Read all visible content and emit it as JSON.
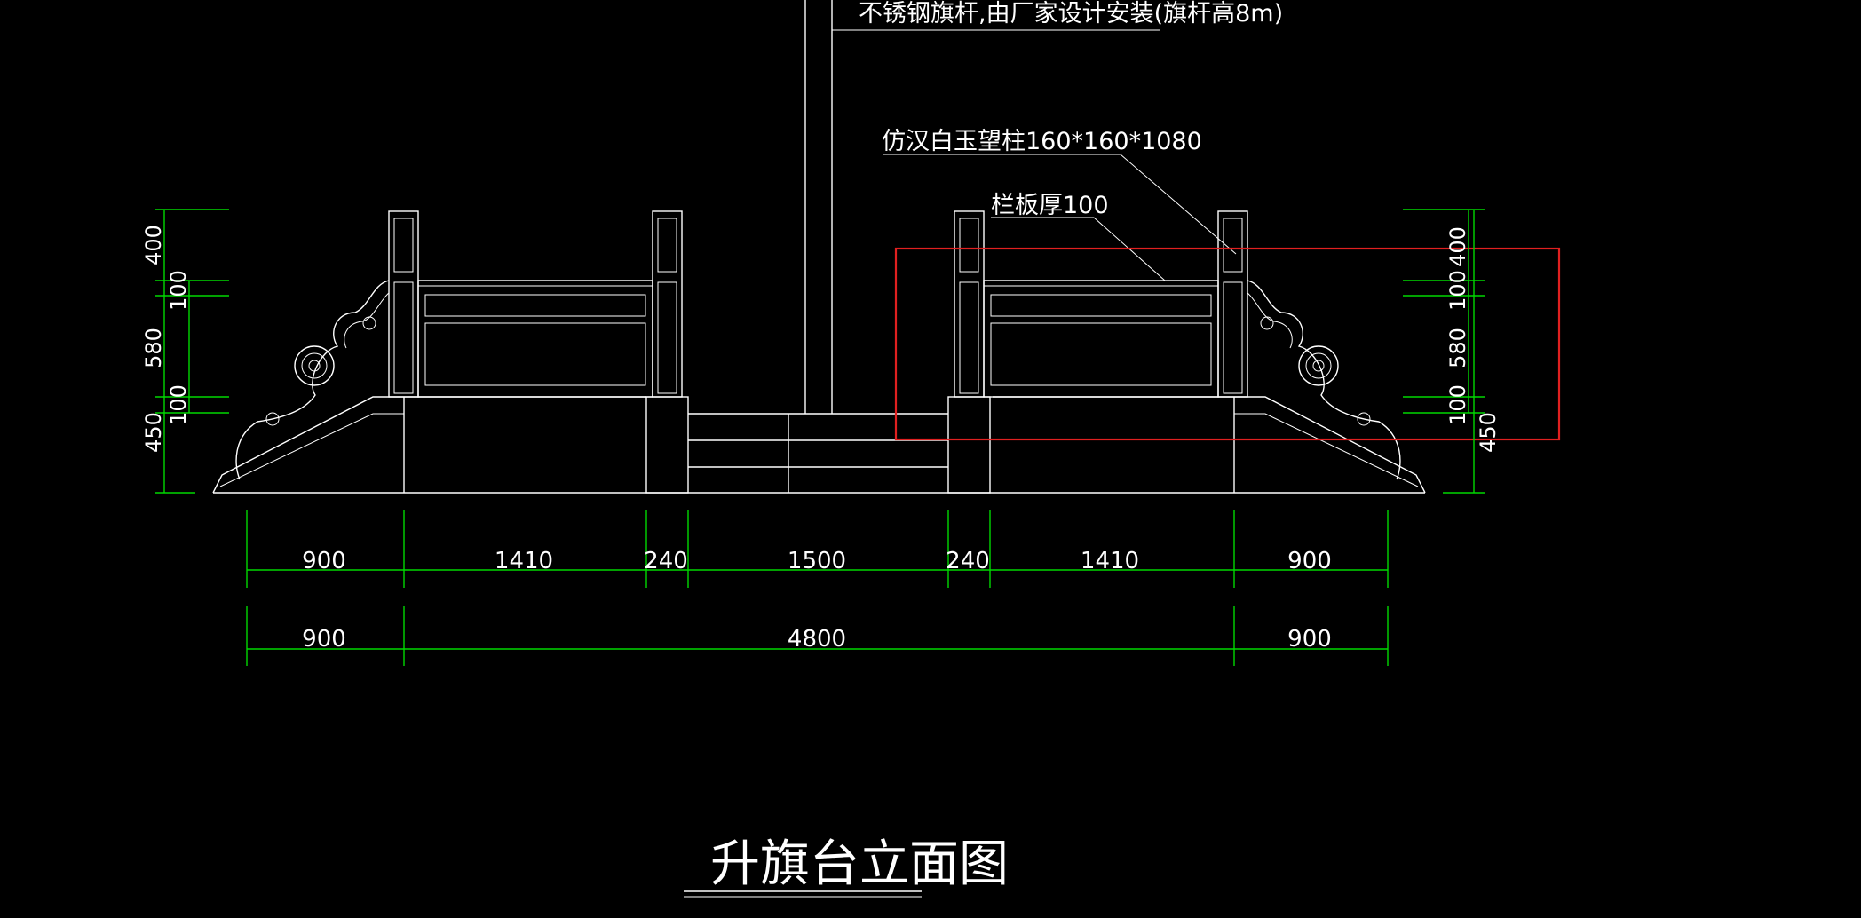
{
  "drawing": {
    "title": "升旗台立面图",
    "annotations": {
      "flagpole": "不锈钢旗杆,由厂家设计安装(旗杆高8m)",
      "post": "仿汉白玉望柱160*160*1080",
      "panel": "栏板厚100"
    },
    "dims_left": [
      "400",
      "100",
      "580",
      "100",
      "450"
    ],
    "dims_right": [
      "400",
      "100",
      "580",
      "100",
      "450"
    ],
    "dims_row1": [
      "900",
      "1410",
      "240",
      "1500",
      "240",
      "1410",
      "900"
    ],
    "dims_row2": [
      "900",
      "4800",
      "900"
    ]
  },
  "colors": {
    "background": "#000000",
    "lines": "#ffffff",
    "dimensions": "#00d800",
    "highlight": "#e02020"
  }
}
